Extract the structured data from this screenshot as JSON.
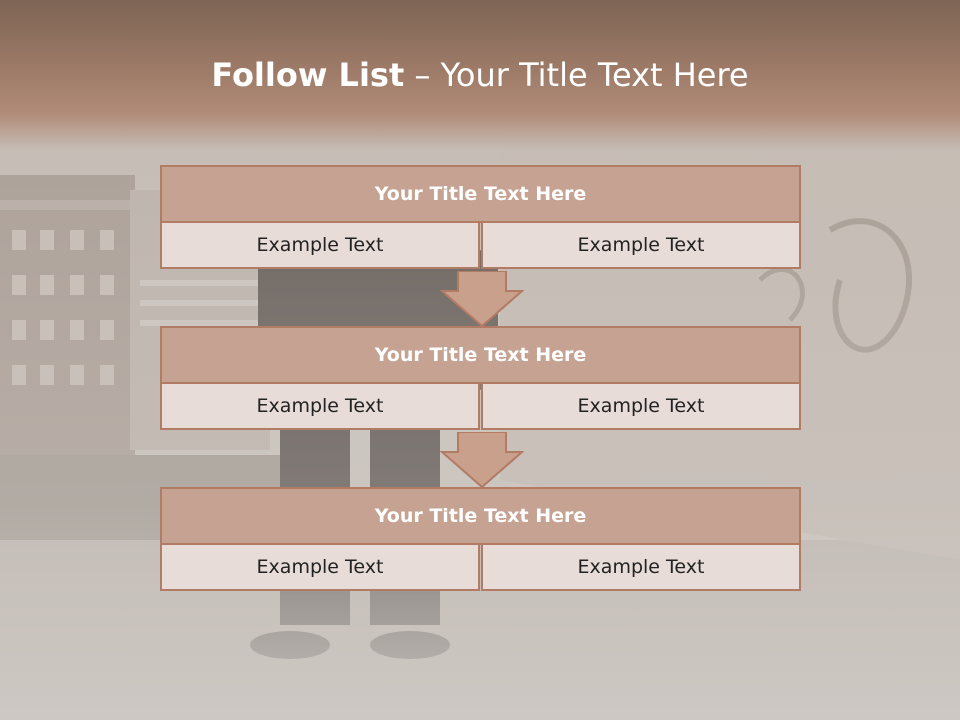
{
  "slide": {
    "title_bold": "Follow List",
    "title_rest": " – Your Title Text Here"
  },
  "blocks": [
    {
      "title": "Your Title Text Here",
      "left": "Example Text",
      "right": "Example Text"
    },
    {
      "title": "Your Title Text Here",
      "left": "Example Text",
      "right": "Example Text"
    },
    {
      "title": "Your Title Text Here",
      "left": "Example Text",
      "right": "Example Text"
    }
  ],
  "colors": {
    "header": "#9c7a67",
    "block_title": "#c5a291",
    "cell": "#e8dcd8",
    "border": "#b27c64"
  },
  "icons": [
    "down-arrow-icon",
    "down-arrow-icon"
  ]
}
